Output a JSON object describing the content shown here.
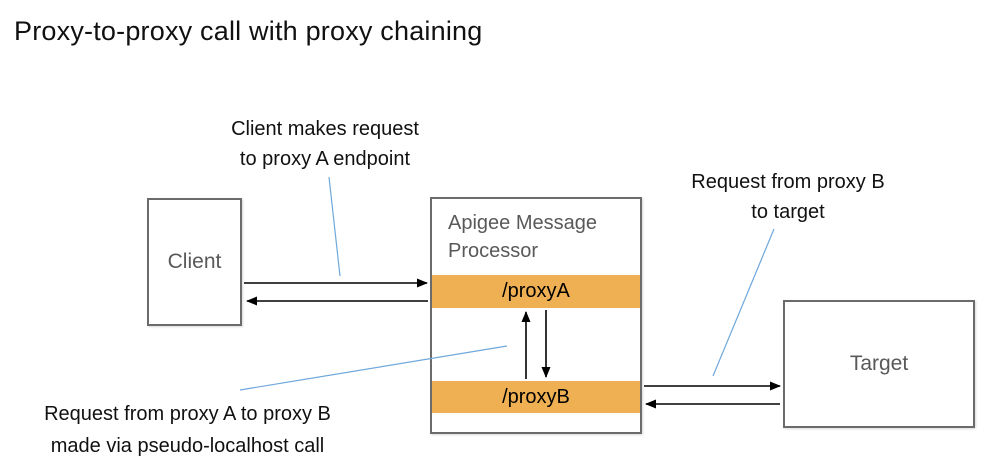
{
  "title": "Proxy-to-proxy call with proxy chaining",
  "nodes": {
    "client": {
      "label": "Client"
    },
    "processor": {
      "label": "Apigee Message Processor",
      "proxy_a": "/proxyA",
      "proxy_b": "/proxyB"
    },
    "target": {
      "label": "Target"
    }
  },
  "annotations": {
    "client_request": {
      "line1": "Client makes request",
      "line2": "to proxy A endpoint"
    },
    "target_request": {
      "line1": "Request from proxy B",
      "line2": "to target"
    },
    "localhost_call": {
      "line1": "Request from proxy A to proxy B",
      "line2": "made via pseudo-localhost call"
    }
  },
  "colors": {
    "proxy_bar_orange": "#EFB054",
    "annotation_line_blue": "#6FA8DC",
    "box_border_gray": "#6B6B6B",
    "box_label_gray": "#595959",
    "arrow_black": "#000000"
  }
}
